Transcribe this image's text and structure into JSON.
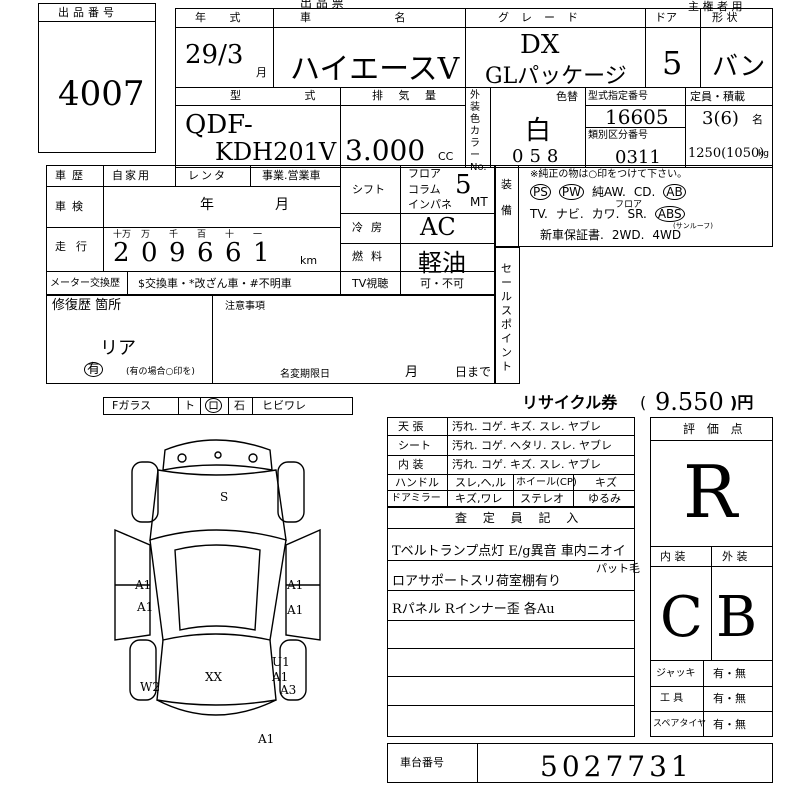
{
  "lot": {
    "label": "出品番号",
    "number": "4007"
  },
  "header": {
    "owner_label": "主 権 者 用",
    "top_partial": "出 品 票"
  },
  "year": {
    "label": "年 式",
    "value": "29/3",
    "month": "月"
  },
  "car_name": {
    "label": "車 名",
    "value": "ハイエースV"
  },
  "grade": {
    "label": "グレード",
    "value_line1": "DX",
    "value_line2": "GLパッケージ"
  },
  "doors": {
    "label": "ドア",
    "value": "5"
  },
  "shape": {
    "label": "形 状",
    "value": "バン"
  },
  "model": {
    "label": "型 式",
    "value_line1": "QDF-",
    "value_line2": "KDH201V"
  },
  "displacement": {
    "label": "排 気 量",
    "value": "3.000",
    "unit": "CC"
  },
  "color": {
    "side_label": "外装色カラーNo.",
    "repaint_label": "色替",
    "value": "白",
    "code": "058"
  },
  "type_spec": {
    "label": "型式指定番号",
    "value": "16605",
    "class_label": "類別区分番号",
    "class_value": "0311"
  },
  "capacity": {
    "label": "定員・積載",
    "value": "3(6)",
    "unit": "名",
    "load": "1250(1050)",
    "load_unit": "kg"
  },
  "history": {
    "label": "車歴",
    "options": [
      "自家用",
      "レンタ",
      "事業.営業車"
    ]
  },
  "inspection": {
    "label": "車検",
    "year": "年",
    "month": "月"
  },
  "mileage": {
    "label": "走行",
    "digit_labels": [
      "十万",
      "万",
      "千",
      "百",
      "十",
      "一"
    ],
    "digits": [
      "2",
      "0",
      "9",
      "6",
      "6",
      "1"
    ],
    "unit": "km"
  },
  "meter": {
    "label": "メーター交換歴",
    "text": "$交換車・*改ざん車・#不明車"
  },
  "shift": {
    "label": "シフト",
    "options": [
      "フロア",
      "コラム",
      "インパネ"
    ],
    "value": "5",
    "type": "MT"
  },
  "ac": {
    "label": "冷房",
    "value": "AC"
  },
  "fuel": {
    "label": "燃料",
    "value": "軽油"
  },
  "tv": {
    "label": "TV視聴",
    "value": "可・不可"
  },
  "equipment": {
    "label": "装備",
    "note": "※純正の物は○印をつけて下さい。",
    "row1": [
      "PS",
      "PW",
      "純AW.",
      "CD.",
      "AB"
    ],
    "row1_extra": "フロア",
    "row2": [
      "TV.",
      "ナビ.",
      "カワ.",
      "SR.",
      "ABS"
    ],
    "row2_sub": "(サンルーフ)",
    "row3": [
      "新車保証書.",
      "2WD.",
      "4WD"
    ]
  },
  "sale_points": {
    "label": "セールスポイント"
  },
  "repair": {
    "label": "修復歴 箇所",
    "value": "リア",
    "value_mark": "有",
    "note": "(有の場合○印を)"
  },
  "notes": {
    "label": "注意事項",
    "deadline_label": "名変期限日",
    "month": "月",
    "day": "日まで"
  },
  "glass": {
    "label": "Fガラス",
    "options": [
      "ト",
      "ロ",
      "石",
      "ヒビワレ"
    ]
  },
  "recycle": {
    "label": "リサイクル券",
    "value": "9.550",
    "unit": ")円",
    "open": "("
  },
  "interior_check": {
    "rows": [
      {
        "label": "天 張",
        "value": "汚れ. コゲ. キズ. スレ. ヤブレ"
      },
      {
        "label": "シート",
        "value": "汚れ. コゲ. ヘタリ. スレ. ヤブレ"
      },
      {
        "label": "内 装",
        "value": "汚れ. コゲ. キズ. スレ. ヤブレ"
      }
    ],
    "row4": [
      "ハンドル",
      "スレ,ヘ,ル",
      "ホイール(CP)",
      "キズ"
    ],
    "row5": [
      "ドアミラー",
      "キズ,ワレ",
      "ステレオ",
      "ゆるみ"
    ]
  },
  "inspector": {
    "label": "査 定 員 記 入",
    "lines": [
      "Tベルトランプ点灯 E/g異音 車内ニオイ",
      "ロアサポートスリ荷室棚有り",
      "Rパネル Rインナー歪 各Au"
    ],
    "extra": "パット毛"
  },
  "score": {
    "label": "評 価 点",
    "value": "R"
  },
  "interior_exterior": {
    "int_label": "内 装",
    "ext_label": "外 装",
    "int_value": "C",
    "ext_value": "B"
  },
  "tools": {
    "rows": [
      {
        "label": "ジャッキ",
        "value": "有・無"
      },
      {
        "label": "工 具",
        "value": "有・無"
      },
      {
        "label": "スペアタイヤ",
        "value": "有・無"
      }
    ]
  },
  "chassis": {
    "label": "車台番号",
    "value": "5027731"
  },
  "diagram": {
    "marks": [
      "A1",
      "A1",
      "A1",
      "A1",
      "W2",
      "A1",
      "U1",
      "A3",
      "S",
      "XX",
      "A1"
    ]
  }
}
